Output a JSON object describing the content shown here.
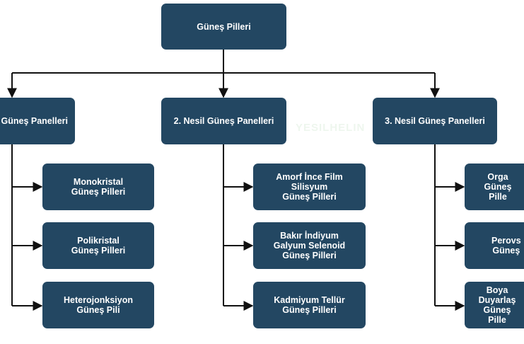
{
  "root": {
    "label": "Güneş Pilleri"
  },
  "generations": [
    {
      "label": "Güneş Panelleri",
      "children": [
        {
          "label": "Monokristal\nGüneş Pilleri"
        },
        {
          "label": "Polikristal\nGüneş Pilleri"
        },
        {
          "label": "Heterojonksiyon\nGüneş Pili"
        }
      ]
    },
    {
      "label": "2. Nesil Güneş Panelleri",
      "children": [
        {
          "label": "Amorf İnce Film\nSilisyum\nGüneş Pilleri"
        },
        {
          "label": "Bakır İndiyum\nGalyum Selenoid\nGüneş Pilleri"
        },
        {
          "label": "Kadmiyum Tellür\nGüneş Pilleri"
        }
      ]
    },
    {
      "label": "3. Nesil Güneş Panelleri",
      "children": [
        {
          "label": "Orga\nGüneş Pille"
        },
        {
          "label": "Perovs\nGüneş"
        },
        {
          "label": "Boya\nDuyarlaş\nGüneş Pille"
        }
      ]
    }
  ],
  "watermark": {
    "text": "YESILHELIN"
  },
  "colors": {
    "node_fill": "#234762",
    "node_text": "#ffffff",
    "connector": "#111111"
  }
}
